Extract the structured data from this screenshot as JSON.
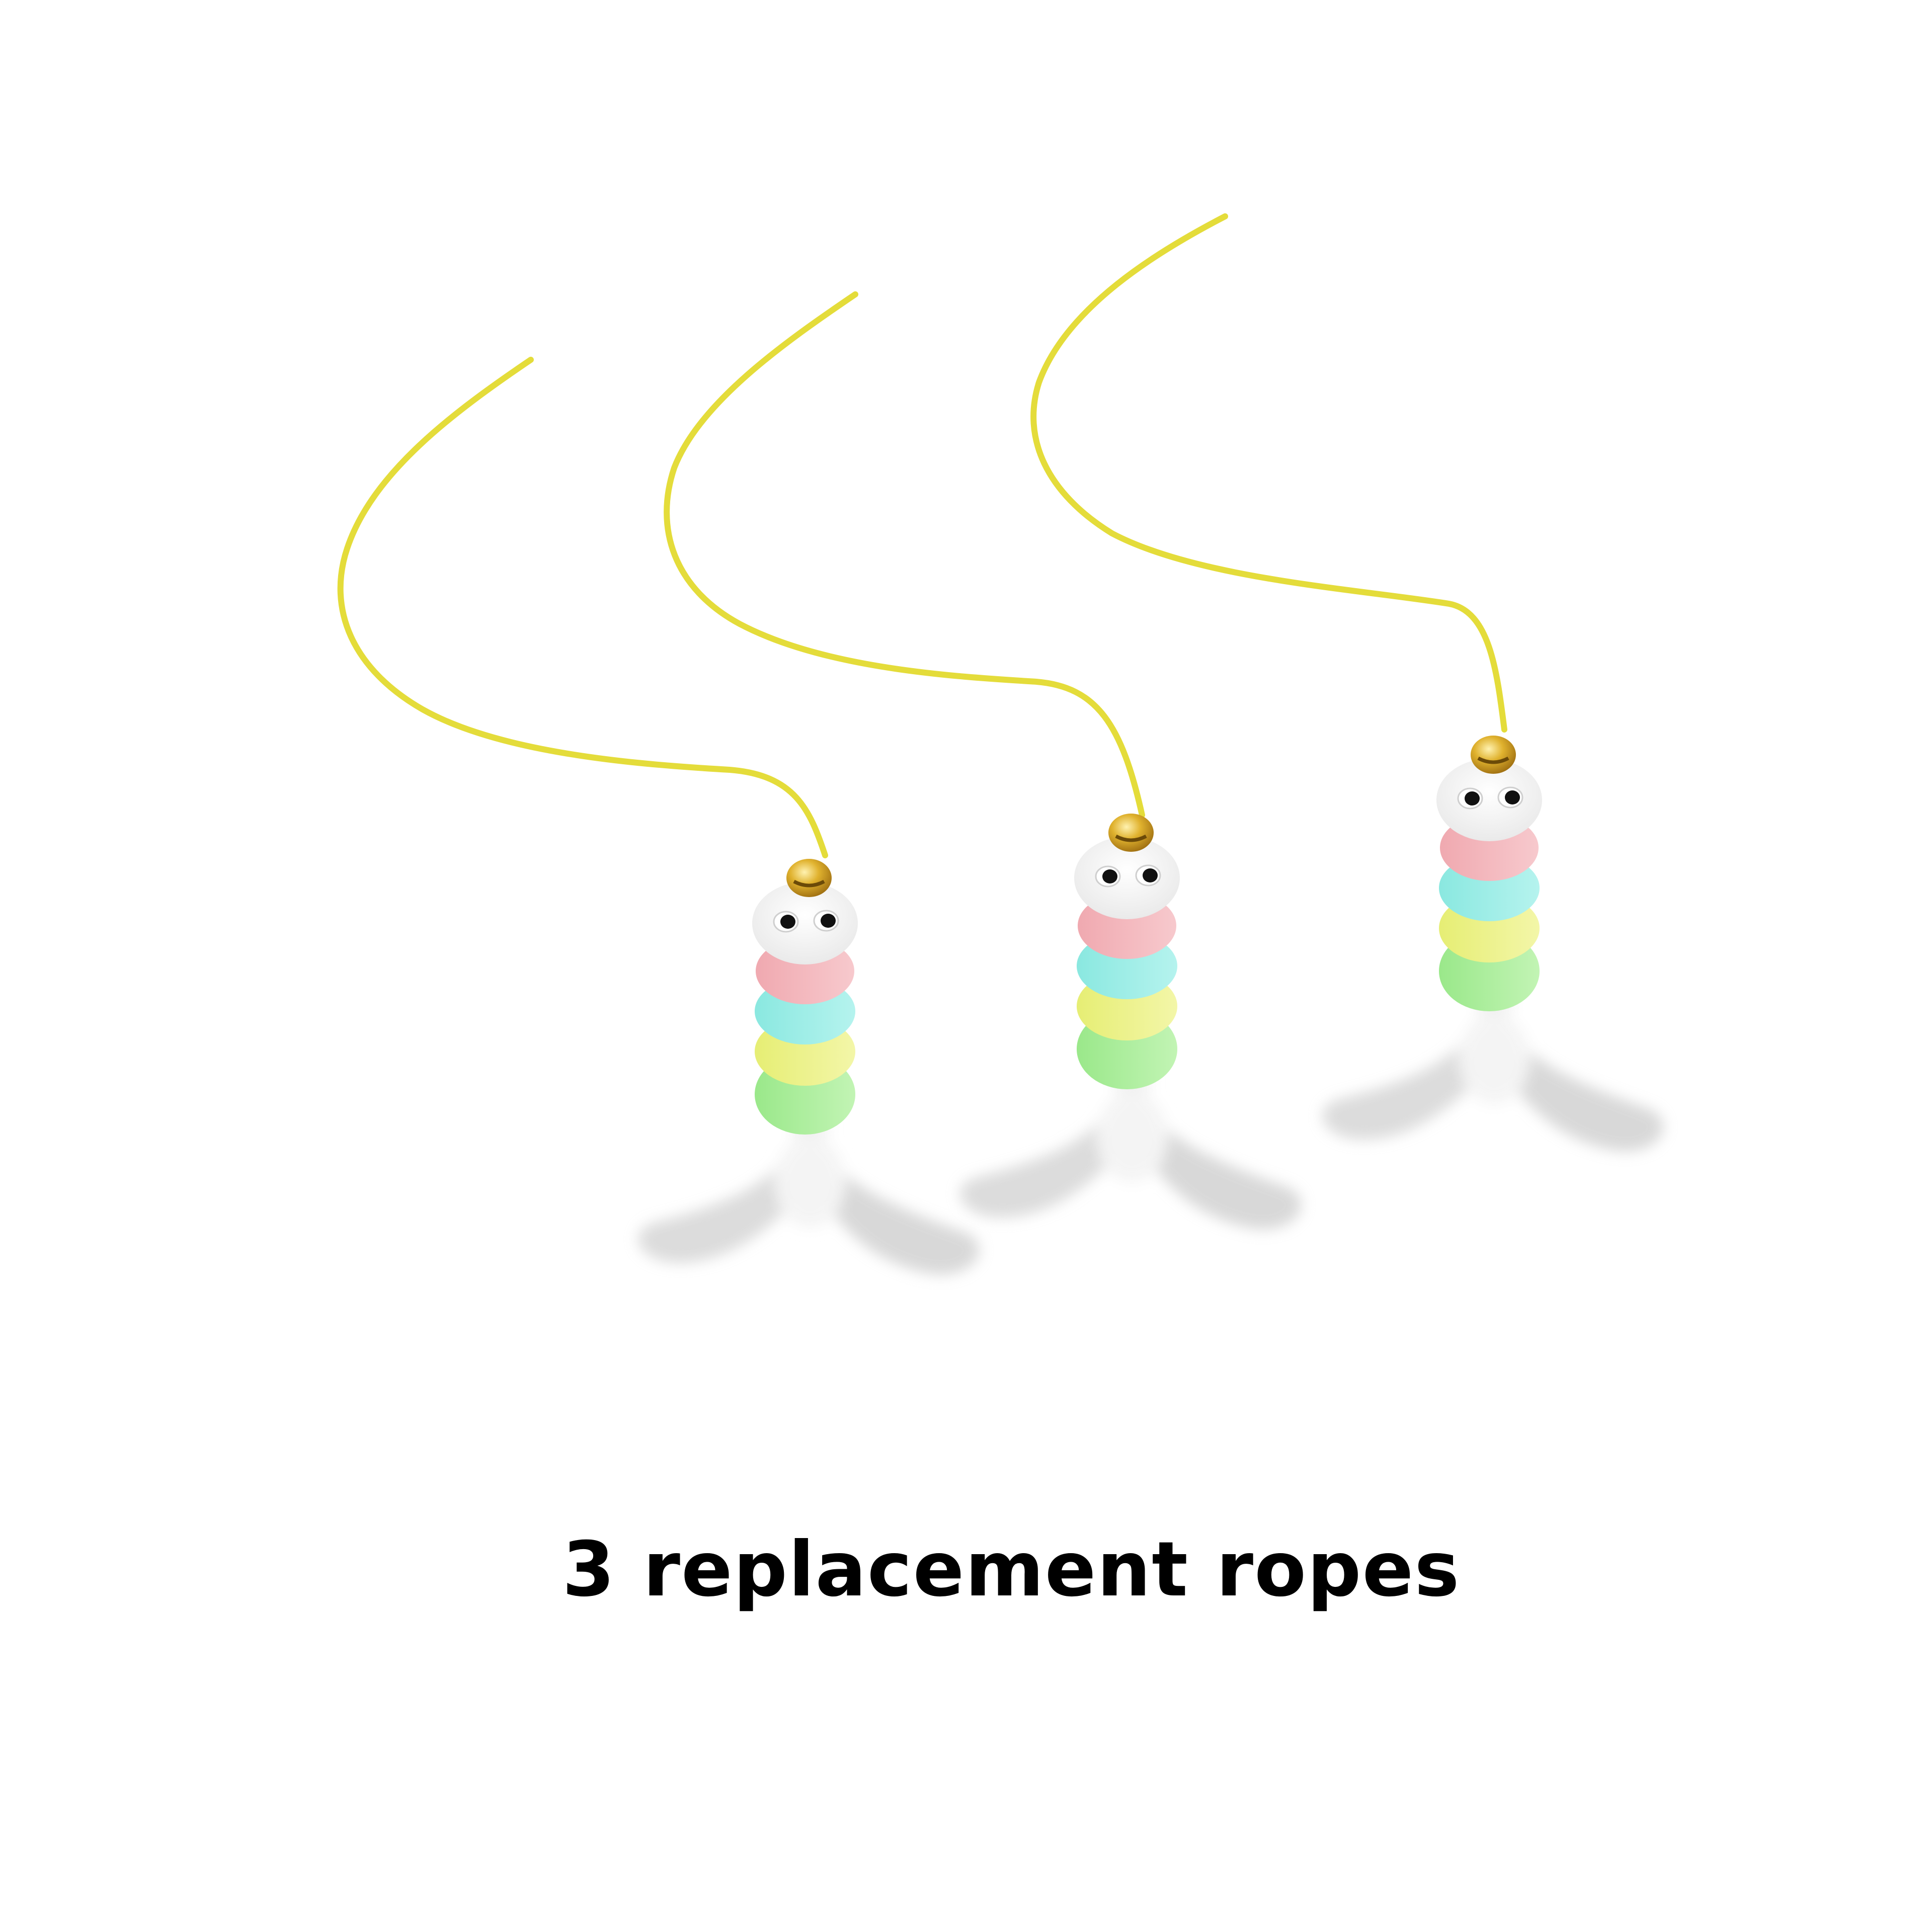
{
  "caption": "3 replacement ropes",
  "product": {
    "count": 3,
    "item": "replacement rope cat teaser toy",
    "parts": [
      "yellow rope",
      "gold bell",
      "white head with googly eyes",
      "pink segment",
      "cyan segment",
      "yellow segment",
      "green segment",
      "white feathers"
    ]
  },
  "colors": {
    "background": "#ffffff",
    "rope": "#e4dc3a",
    "bell": "#d9a826",
    "head": "#f7f7f7",
    "eye": "#111111",
    "segment_pink": "#f2b5bb",
    "segment_cyan": "#9eeee6",
    "segment_yellow": "#eef28a",
    "segment_green": "#aef0a0",
    "feather": "#d8d8d8",
    "caption_text": "#000000"
  }
}
